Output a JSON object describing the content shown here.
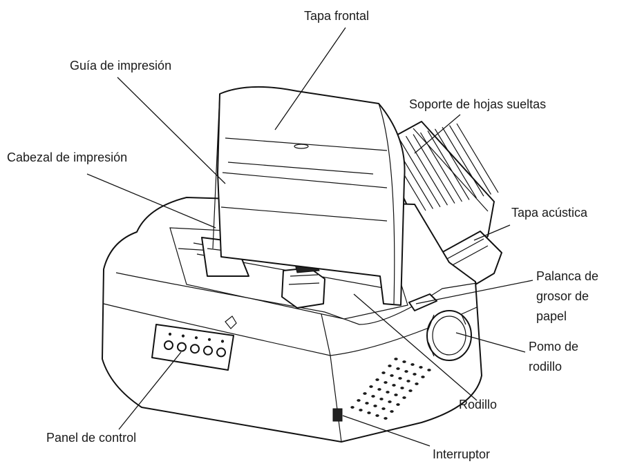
{
  "labels": {
    "tapa_frontal": "Tapa frontal",
    "guia_impresion": "Guía de impresión",
    "soporte_hojas": "Soporte de hojas sueltas",
    "cabezal_impresion": "Cabezal de impresión",
    "tapa_acustica": "Tapa acústica",
    "palanca_grosor": [
      "Palanca de",
      "grosor de",
      "papel"
    ],
    "pomo_rodillo": [
      "Pomo de",
      "rodillo"
    ],
    "rodillo": "Rodillo",
    "panel_control": "Panel de control",
    "interruptor": "Interruptor"
  },
  "colors": {
    "line": "#111111",
    "text": "#1a1a1a",
    "background": "#ffffff"
  }
}
